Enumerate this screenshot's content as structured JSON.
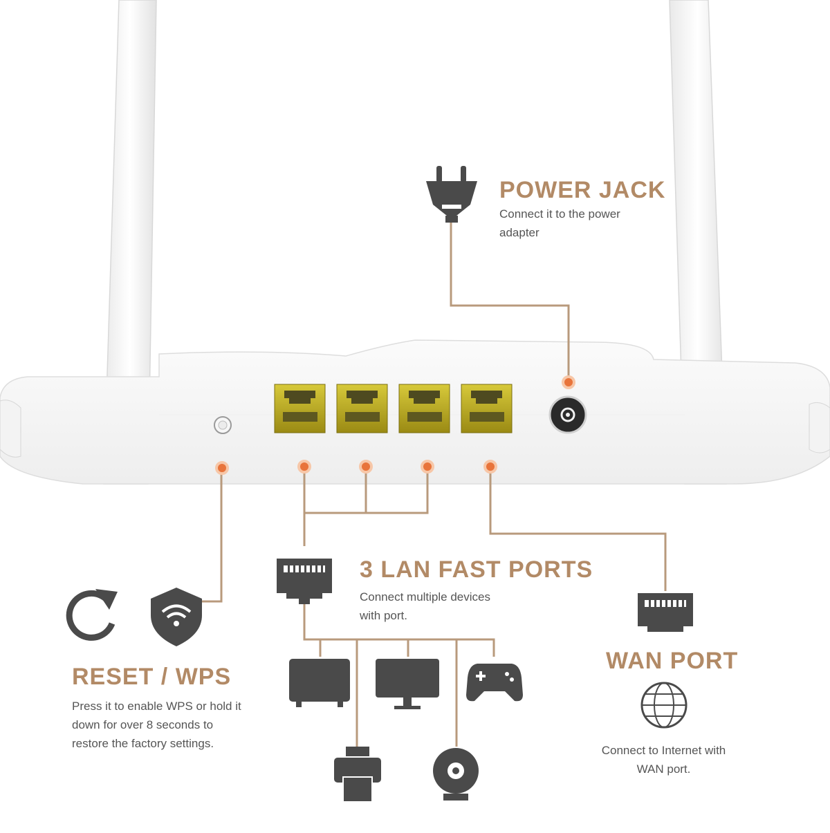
{
  "colors": {
    "heading": "#b28a66",
    "connector": "#b89a7c",
    "dot": "#e8743b",
    "icon": "#4a4a4a",
    "port_gold": "#b4a21f"
  },
  "power_jack": {
    "title": "POWER JACK",
    "description": "Connect it to the power adapter"
  },
  "lan": {
    "title": "3 LAN FAST PORTS",
    "description": "Connect multiple devices with port."
  },
  "wan": {
    "title": "WAN PORT",
    "description": "Connect to Internet with WAN port."
  },
  "reset": {
    "title": "RESET / WPS",
    "description": "Press it to enable WPS or hold it down for over 8 seconds to restore the factory settings."
  },
  "device_icons": [
    "plug-icon",
    "ethernet-plug-icon",
    "refresh-icon",
    "wifi-shield-icon",
    "tv-icon",
    "monitor-icon",
    "gamepad-icon",
    "printer-icon",
    "ip-camera-icon",
    "globe-icon"
  ]
}
